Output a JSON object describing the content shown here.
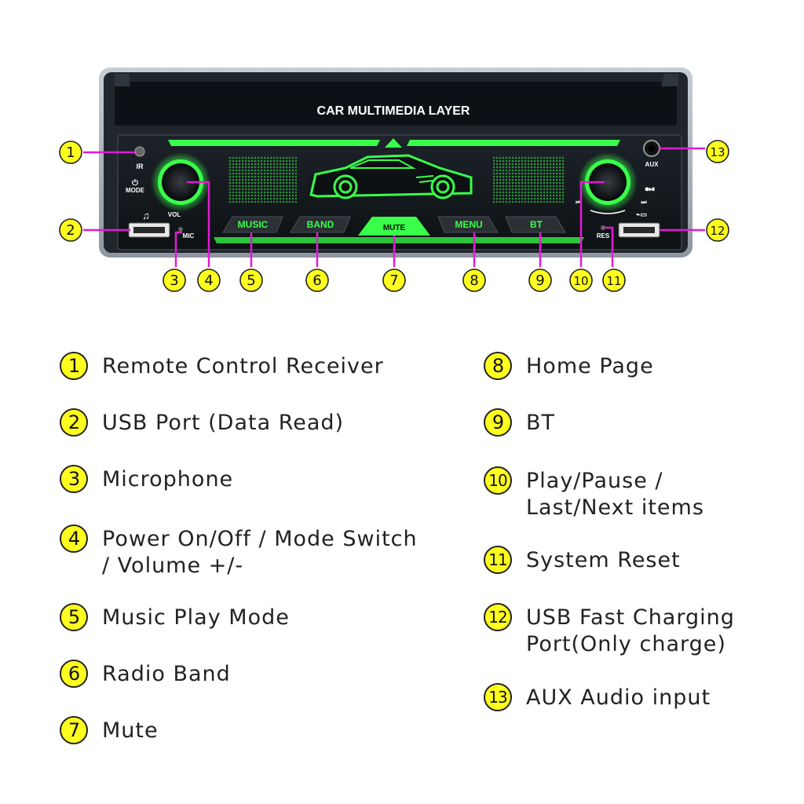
{
  "device": {
    "title": "CAR MULTIMEDIA LAYER",
    "aux_label": "AUX",
    "ir_label": "IR",
    "mode_label": "MODE",
    "vol_label": "VOL",
    "mic_label": "MIC",
    "res_label": "RES",
    "buttons": [
      "MUSIC",
      "BAND",
      "MUTE",
      "MENU",
      "BT"
    ],
    "accent_color": "#39ff4a",
    "callout_color": "#e11ad7",
    "badge_color": "#ffff1f"
  },
  "callouts": [
    "1",
    "2",
    "3",
    "4",
    "5",
    "6",
    "7",
    "8",
    "9",
    "10",
    "11",
    "12",
    "13"
  ],
  "legend": [
    {
      "num": "1",
      "text": "Remote Control Receiver"
    },
    {
      "num": "2",
      "text": "USB Port (Data Read)"
    },
    {
      "num": "3",
      "text": "Microphone"
    },
    {
      "num": "4",
      "text": "Power On/Off / Mode Switch\n/ Volume +/-"
    },
    {
      "num": "5",
      "text": "Music Play Mode"
    },
    {
      "num": "6",
      "text": "Radio Band"
    },
    {
      "num": "7",
      "text": "Mute"
    },
    {
      "num": "8",
      "text": "Home Page"
    },
    {
      "num": "9",
      "text": "BT"
    },
    {
      "num": "10",
      "text": "Play/Pause /\nLast/Next items"
    },
    {
      "num": "11",
      "text": "System Reset"
    },
    {
      "num": "12",
      "text": "USB Fast Charging\nPort(Only charge)"
    },
    {
      "num": "13",
      "text": "AUX Audio input"
    }
  ]
}
